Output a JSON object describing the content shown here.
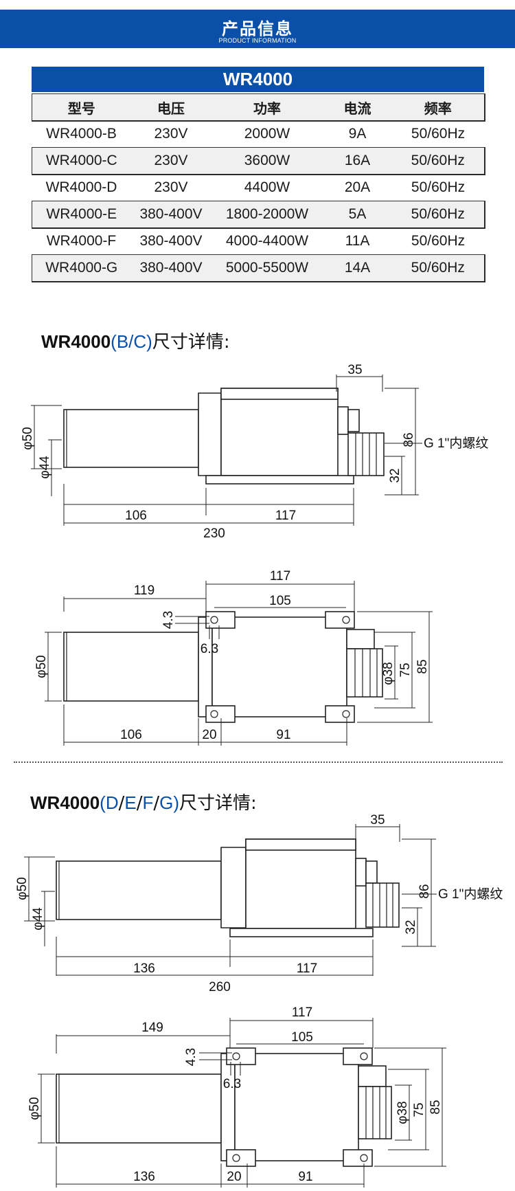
{
  "banner": {
    "title": "产品信息",
    "subtitle": "PRODUCT INFORMATION"
  },
  "table": {
    "title": "WR4000",
    "headers": [
      "型号",
      "电压",
      "功率",
      "电流",
      "频率"
    ],
    "rows": [
      [
        "WR4000-B",
        "230V",
        "2000W",
        "9A",
        "50/60Hz"
      ],
      [
        "WR4000-C",
        "230V",
        "3600W",
        "16A",
        "50/60Hz"
      ],
      [
        "WR4000-D",
        "230V",
        "4400W",
        "20A",
        "50/60Hz"
      ],
      [
        "WR4000-E",
        "380-400V",
        "1800-2000W",
        "5A",
        "50/60Hz"
      ],
      [
        "WR4000-F",
        "380-400V",
        "4000-4400W",
        "11A",
        "50/60Hz"
      ],
      [
        "WR4000-G",
        "380-400V",
        "5000-5500W",
        "14A",
        "50/60Hz"
      ]
    ]
  },
  "section1": {
    "model": "WR4000",
    "paren_open": "(",
    "variants": "B/C",
    "paren_close": ")",
    "suffix": "尺寸详情:",
    "side": {
      "dim_35": "35",
      "dim_86": "86",
      "dim_32": "32",
      "dim_phi50": "φ50",
      "dim_phi44": "φ44",
      "dim_106": "106",
      "dim_117": "117",
      "dim_230": "230",
      "thread": "G 1\"内螺纹"
    },
    "top": {
      "dim_119": "119",
      "dim_117": "117",
      "dim_105": "105",
      "dim_4_3": "4.3",
      "dim_6_3": "6.3",
      "dim_phi50": "φ50",
      "dim_phi38": "φ38",
      "dim_75": "75",
      "dim_85": "85",
      "dim_106": "106",
      "dim_20": "20",
      "dim_91": "91"
    }
  },
  "section2": {
    "model": "WR4000",
    "paren_open": "(",
    "variants": [
      "D",
      "E",
      "F",
      "G"
    ],
    "paren_close": ")",
    "suffix": "尺寸详情:",
    "side": {
      "dim_35": "35",
      "dim_86": "86",
      "dim_32": "32",
      "dim_phi50": "φ50",
      "dim_phi44": "φ44",
      "dim_136": "136",
      "dim_117": "117",
      "dim_260": "260",
      "thread": "G 1\"内螺纹"
    },
    "top": {
      "dim_149": "149",
      "dim_117": "117",
      "dim_105": "105",
      "dim_4_3": "4.3",
      "dim_6_3": "6.3",
      "dim_phi50": "φ50",
      "dim_phi38": "φ38",
      "dim_75": "75",
      "dim_85": "85",
      "dim_136": "136",
      "dim_20": "20",
      "dim_91": "91"
    }
  },
  "colors": {
    "brand_blue": "#0a4fa8",
    "row_shade": "#f0f0f0",
    "line": "#222222"
  }
}
